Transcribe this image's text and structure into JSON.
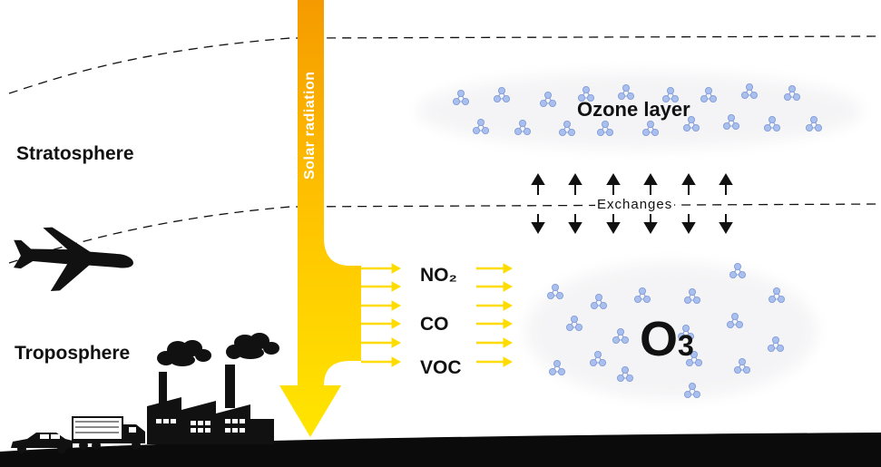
{
  "labels": {
    "stratosphere": "Stratosphere",
    "troposphere": "Troposphere",
    "solar_radiation": "Solar radiation",
    "ozone_layer": "Ozone layer",
    "exchanges": "Exchanges",
    "no2": "NO₂",
    "co": "CO",
    "voc": "VOC",
    "o3_main": "O",
    "o3_sub": "3"
  },
  "colors": {
    "ground": "#0b0b0b",
    "solar_top": "#f59a00",
    "solar_bottom": "#ffe600",
    "arrow_yellow": "#ffdc00",
    "molecule": "#a9bfee",
    "molecule_stroke": "#7d97d6",
    "cloud": "#f4f4f6",
    "text": "#111111"
  },
  "icons": {
    "airplane": "airplane-icon",
    "car": "car-icon",
    "truck": "truck-icon",
    "factory": "factory-icon",
    "molecule": "ozone-molecule-icon"
  }
}
